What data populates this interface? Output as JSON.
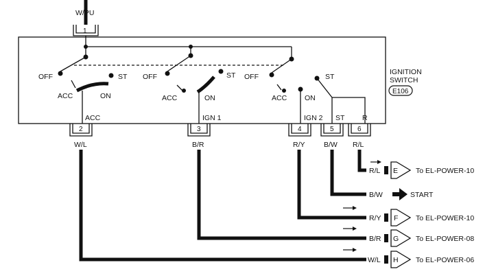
{
  "switch": {
    "title_line1": "IGNITION",
    "title_line2": "SWITCH",
    "code": "E106",
    "top_connector": {
      "pin": "1",
      "wire": "W/PU"
    },
    "contact_labels": {
      "off": "OFF",
      "acc": "ACC",
      "on": "ON",
      "st": "ST"
    },
    "terminals": [
      {
        "pin": "2",
        "internal": "ACC",
        "wire": "W/L"
      },
      {
        "pin": "3",
        "internal": "IGN 1",
        "wire": "B/R"
      },
      {
        "pin": "4",
        "internal": "IGN 2",
        "wire": "R/Y"
      },
      {
        "pin": "5",
        "internal": "ST",
        "wire": "B/W"
      },
      {
        "pin": "6",
        "internal": "R",
        "wire": "R/L"
      }
    ]
  },
  "outputs": [
    {
      "wire": "R/L",
      "connector": "E",
      "destination": "To EL-POWER-10"
    },
    {
      "wire": "B/W",
      "connector": "",
      "destination": "START"
    },
    {
      "wire": "R/Y",
      "connector": "F",
      "destination": "To EL-POWER-10"
    },
    {
      "wire": "B/R",
      "connector": "G",
      "destination": "To EL-POWER-08"
    },
    {
      "wire": "W/L",
      "connector": "H",
      "destination": "To EL-POWER-06"
    }
  ]
}
